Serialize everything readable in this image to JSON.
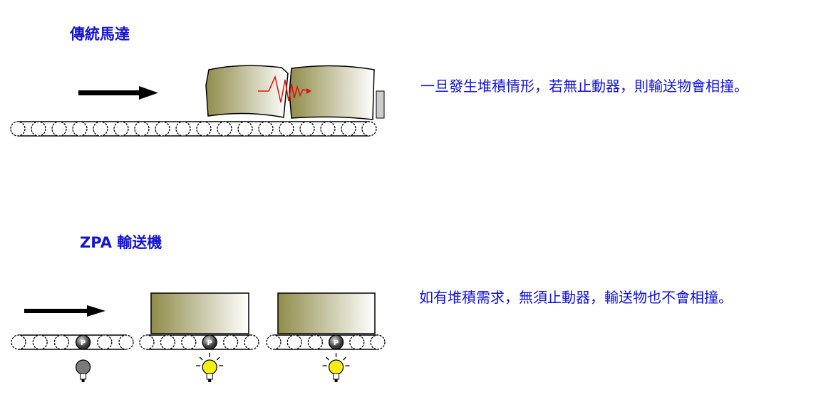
{
  "section1": {
    "title": "傳統馬達",
    "description": "一旦發生堆積情形，若無止動器，則輸送物會相撞。"
  },
  "section2": {
    "title": "ZPA 輸送機",
    "description": "如有堆積需求，無須止動器，輸送物也不會相撞。",
    "sensor_label": "P",
    "zones": [
      {
        "has_load": false,
        "light_on": false
      },
      {
        "has_load": true,
        "light_on": true
      },
      {
        "has_load": true,
        "light_on": true
      }
    ]
  },
  "colors": {
    "text": "#1414d2",
    "box_dark": "#8f8c4a",
    "bulb_on": "#f5ee10",
    "bulb_off": "#7a7a7a",
    "impact": "#e01010"
  }
}
